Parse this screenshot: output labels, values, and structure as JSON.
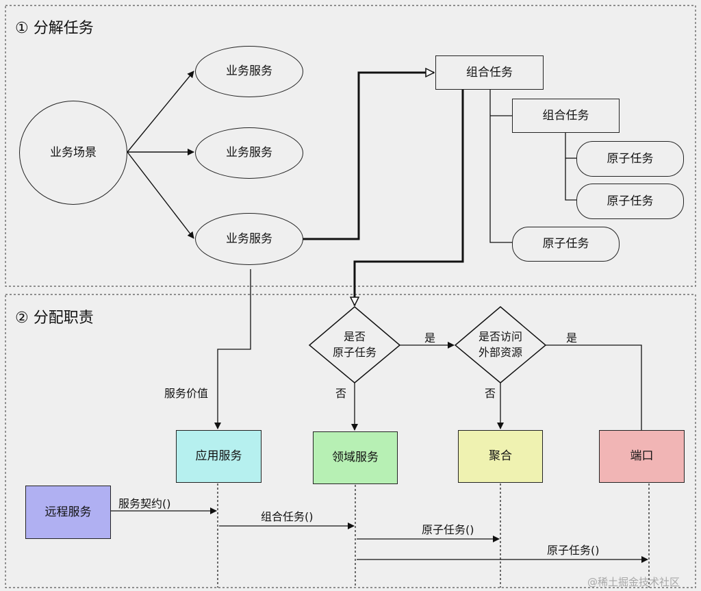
{
  "section1": {
    "num": "①",
    "title": "分解任务"
  },
  "section2": {
    "num": "②",
    "title": "分配职责"
  },
  "scene": "业务场景",
  "services": [
    "业务服务",
    "业务服务",
    "业务服务"
  ],
  "tree": {
    "root": "组合任务",
    "child": "组合任务",
    "atoms": [
      "原子任务",
      "原子任务",
      "原子任务"
    ]
  },
  "decisions": {
    "is_atomic": [
      "是否",
      "原子任务"
    ],
    "is_external": [
      "是否访问",
      "外部资源"
    ]
  },
  "edge_labels": {
    "yes1": "是",
    "yes2": "是",
    "no1": "否",
    "no2": "否",
    "service_value": "服务价值"
  },
  "roles": {
    "app_service": {
      "label": "应用服务",
      "color": "#b6f0ef"
    },
    "domain_service": {
      "label": "领域服务",
      "color": "#b7f0b4"
    },
    "aggregate": {
      "label": "聚合",
      "color": "#eff2b1"
    },
    "port": {
      "label": "端口",
      "color": "#f1b5b5"
    }
  },
  "remote": {
    "label": "远程服务",
    "color": "#b0b0f2"
  },
  "messages": [
    "服务契约()",
    "组合任务()",
    "原子任务()",
    "原子任务()"
  ],
  "watermark": "@稀土掘金技术社区"
}
